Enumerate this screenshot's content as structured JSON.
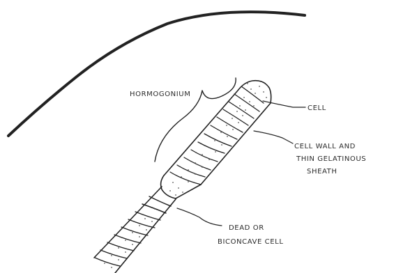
{
  "labels": {
    "hormogonium": "HORMOGONIUM",
    "cell": "CELL",
    "cell_wall_line1": "CELL WALL AND",
    "cell_wall_line2": "THIN GELATINOUS",
    "cell_wall_line3": "SHEATH",
    "dead_cell_line1": "DEAD OR",
    "dead_cell_line2": "BICONCAVE CELL"
  },
  "colors": {
    "ink": "#222222",
    "background": "#ffffff"
  }
}
